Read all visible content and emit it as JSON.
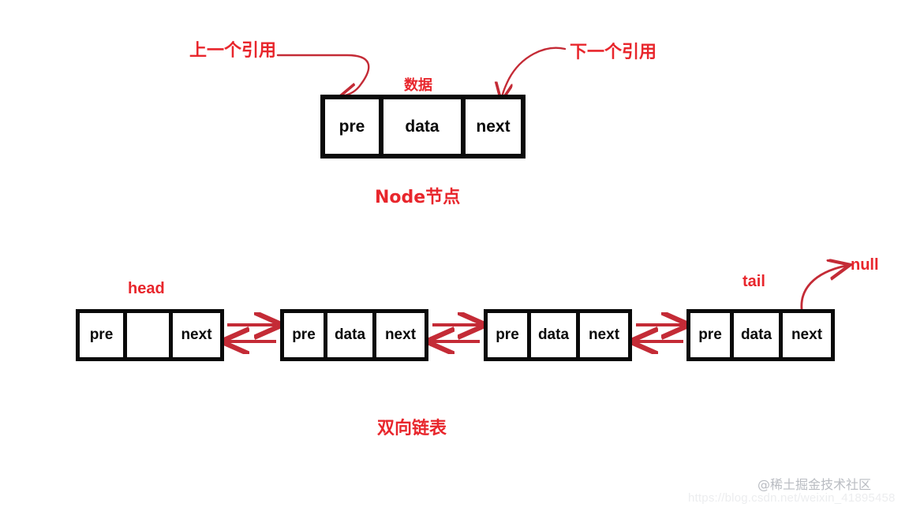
{
  "diagram": {
    "title_top": "Node节点",
    "title_bottom": "双向链表",
    "annotations": {
      "prev_ref": "上一个引用",
      "next_ref": "下一个引用",
      "data": "数据",
      "head": "head",
      "tail": "tail",
      "null": "null"
    },
    "colors": {
      "label_red": "#e8262c",
      "arrow_red": "#c42b36",
      "box_border": "#0a0a0a",
      "box_fill": "#ffffff",
      "background": "#ffffff"
    },
    "node_template": {
      "cells": [
        "pre",
        "data",
        "next"
      ]
    },
    "list": {
      "nodes": [
        {
          "id": "head-node",
          "cells": [
            "pre",
            "",
            "next"
          ]
        },
        {
          "id": "node-2",
          "cells": [
            "pre",
            "data",
            "next"
          ]
        },
        {
          "id": "node-3",
          "cells": [
            "pre",
            "data",
            "next"
          ]
        },
        {
          "id": "tail-node",
          "cells": [
            "pre",
            "data",
            "next"
          ]
        }
      ],
      "link_count": 3,
      "link_direction": "bidirectional"
    }
  },
  "watermarks": {
    "community": "@稀土掘金技术社区",
    "url": "https://blog.csdn.net/weixin_41895458"
  }
}
